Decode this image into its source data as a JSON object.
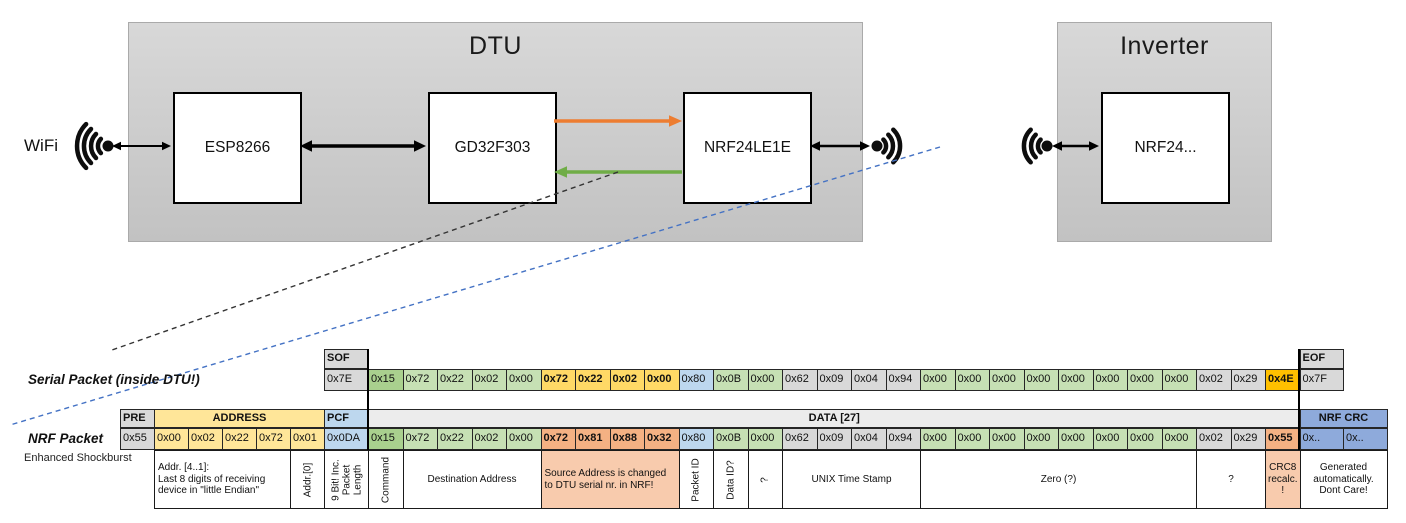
{
  "palette": {
    "gray": "#D9D9D9",
    "gray_light": "#ECECEC",
    "green_dark": "#A9D08E",
    "green": "#C6E0B4",
    "yellow": "#FFE699",
    "yellow_bold": "#FFD966",
    "amber": "#FFC000",
    "salmon": "#F4B183",
    "salmon_light": "#F8CBAD",
    "blue": "#BDD7EE",
    "blue_med": "#8EAADB",
    "white": "#FFFFFF",
    "arrow_orange": "#ED7D31",
    "arrow_green": "#70AD47",
    "trace_blue_dashed": "#4472C4",
    "trace_black_dashed": "#333333"
  },
  "diagram": {
    "wifi_label": "WiFi",
    "dtu_title": "DTU",
    "inverter_title": "Inverter",
    "boxes": {
      "esp": "ESP8266",
      "gd": "GD32F303",
      "nrf_dtu": "NRF24LE1E",
      "nrf_inv": "NRF24..."
    }
  },
  "serial_packet": {
    "label": "Serial Packet (inside DTU!)",
    "sof_header": "SOF",
    "sof_value": "0x7E",
    "eof_header": "EOF",
    "eof_value": "0x7F",
    "payload": [
      {
        "v": "0x15",
        "c": "green_dark"
      },
      {
        "v": "0x72",
        "c": "green"
      },
      {
        "v": "0x22",
        "c": "green"
      },
      {
        "v": "0x02",
        "c": "green"
      },
      {
        "v": "0x00",
        "c": "green"
      },
      {
        "v": "0x72",
        "c": "yellow_bold",
        "b": true
      },
      {
        "v": "0x22",
        "c": "yellow_bold",
        "b": true
      },
      {
        "v": "0x02",
        "c": "yellow_bold",
        "b": true
      },
      {
        "v": "0x00",
        "c": "yellow_bold",
        "b": true
      },
      {
        "v": "0x80",
        "c": "blue"
      },
      {
        "v": "0x0B",
        "c": "green"
      },
      {
        "v": "0x00",
        "c": "green"
      },
      {
        "v": "0x62",
        "c": "gray"
      },
      {
        "v": "0x09",
        "c": "gray"
      },
      {
        "v": "0x04",
        "c": "gray"
      },
      {
        "v": "0x94",
        "c": "gray"
      },
      {
        "v": "0x00",
        "c": "green"
      },
      {
        "v": "0x00",
        "c": "green"
      },
      {
        "v": "0x00",
        "c": "green"
      },
      {
        "v": "0x00",
        "c": "green"
      },
      {
        "v": "0x00",
        "c": "green"
      },
      {
        "v": "0x00",
        "c": "green"
      },
      {
        "v": "0x00",
        "c": "green"
      },
      {
        "v": "0x00",
        "c": "green"
      },
      {
        "v": "0x02",
        "c": "gray"
      },
      {
        "v": "0x29",
        "c": "gray"
      },
      {
        "v": "0x4E",
        "c": "amber",
        "b": true
      }
    ]
  },
  "nrf_packet": {
    "label": "NRF Packet",
    "sublabel": "Enhanced Shockburst",
    "pre_header": "PRE",
    "pre_value": {
      "v": "0x55",
      "c": "gray"
    },
    "address_header": "ADDRESS",
    "address_values": [
      {
        "v": "0x00",
        "c": "yellow"
      },
      {
        "v": "0x02",
        "c": "yellow"
      },
      {
        "v": "0x22",
        "c": "yellow"
      },
      {
        "v": "0x72",
        "c": "yellow"
      },
      {
        "v": "0x01",
        "c": "yellow"
      }
    ],
    "pcf_header": "PCF",
    "pcf_value": {
      "v": "0x0DA",
      "c": "blue"
    },
    "data_header": "DATA [27]",
    "data": [
      {
        "v": "0x15",
        "c": "green_dark"
      },
      {
        "v": "0x72",
        "c": "green"
      },
      {
        "v": "0x22",
        "c": "green"
      },
      {
        "v": "0x02",
        "c": "green"
      },
      {
        "v": "0x00",
        "c": "green"
      },
      {
        "v": "0x72",
        "c": "salmon",
        "b": true
      },
      {
        "v": "0x81",
        "c": "salmon",
        "b": true
      },
      {
        "v": "0x88",
        "c": "salmon",
        "b": true
      },
      {
        "v": "0x32",
        "c": "salmon",
        "b": true
      },
      {
        "v": "0x80",
        "c": "blue"
      },
      {
        "v": "0x0B",
        "c": "green"
      },
      {
        "v": "0x00",
        "c": "green"
      },
      {
        "v": "0x62",
        "c": "gray"
      },
      {
        "v": "0x09",
        "c": "gray"
      },
      {
        "v": "0x04",
        "c": "gray"
      },
      {
        "v": "0x94",
        "c": "gray"
      },
      {
        "v": "0x00",
        "c": "green"
      },
      {
        "v": "0x00",
        "c": "green"
      },
      {
        "v": "0x00",
        "c": "green"
      },
      {
        "v": "0x00",
        "c": "green"
      },
      {
        "v": "0x00",
        "c": "green"
      },
      {
        "v": "0x00",
        "c": "green"
      },
      {
        "v": "0x00",
        "c": "green"
      },
      {
        "v": "0x00",
        "c": "green"
      },
      {
        "v": "0x02",
        "c": "gray"
      },
      {
        "v": "0x29",
        "c": "gray"
      },
      {
        "v": "0x55",
        "c": "salmon",
        "b": true
      }
    ],
    "crc_header": "NRF CRC",
    "crc_values": [
      {
        "v": "0x..",
        "c": "blue_med"
      },
      {
        "v": "0x..",
        "c": "blue_med"
      }
    ]
  },
  "annotations": [
    {
      "label": "Addr. [4..1]:\nLast 8 digits of receiving device in \"little Endian\"",
      "col": 1,
      "span": 4,
      "bg": "white",
      "align": "left"
    },
    {
      "label": "Addr.[0]",
      "col": 5,
      "span": 1,
      "vertical": true
    },
    {
      "label": "9 Bit! Inc. Packet Length",
      "col": 6,
      "span": 1,
      "vertical": true
    },
    {
      "label": "Command",
      "col": 7,
      "span": 1,
      "vertical": true
    },
    {
      "label": "Destination Address",
      "col": 8,
      "span": 4
    },
    {
      "label": "Source Address is changed to DTU serial nr. in NRF!",
      "col": 12,
      "span": 4,
      "bg": "salmon_light",
      "align": "left"
    },
    {
      "label": "Packet ID",
      "col": 16,
      "span": 1,
      "vertical": true
    },
    {
      "label": "Data ID?",
      "col": 17,
      "span": 1,
      "vertical": true
    },
    {
      "label": "?",
      "col": 18,
      "span": 1,
      "vertical": true
    },
    {
      "label": "UNIX Time Stamp",
      "col": 19,
      "span": 4
    },
    {
      "label": "Zero (?)",
      "col": 23,
      "span": 8
    },
    {
      "label": "?",
      "col": 31,
      "span": 2
    },
    {
      "label": "CRC8 recalc. !",
      "col": 33,
      "span": 1,
      "bg": "salmon_light"
    },
    {
      "label": "Generated automatically. Dont Care!",
      "col": 34,
      "span": 2
    }
  ]
}
